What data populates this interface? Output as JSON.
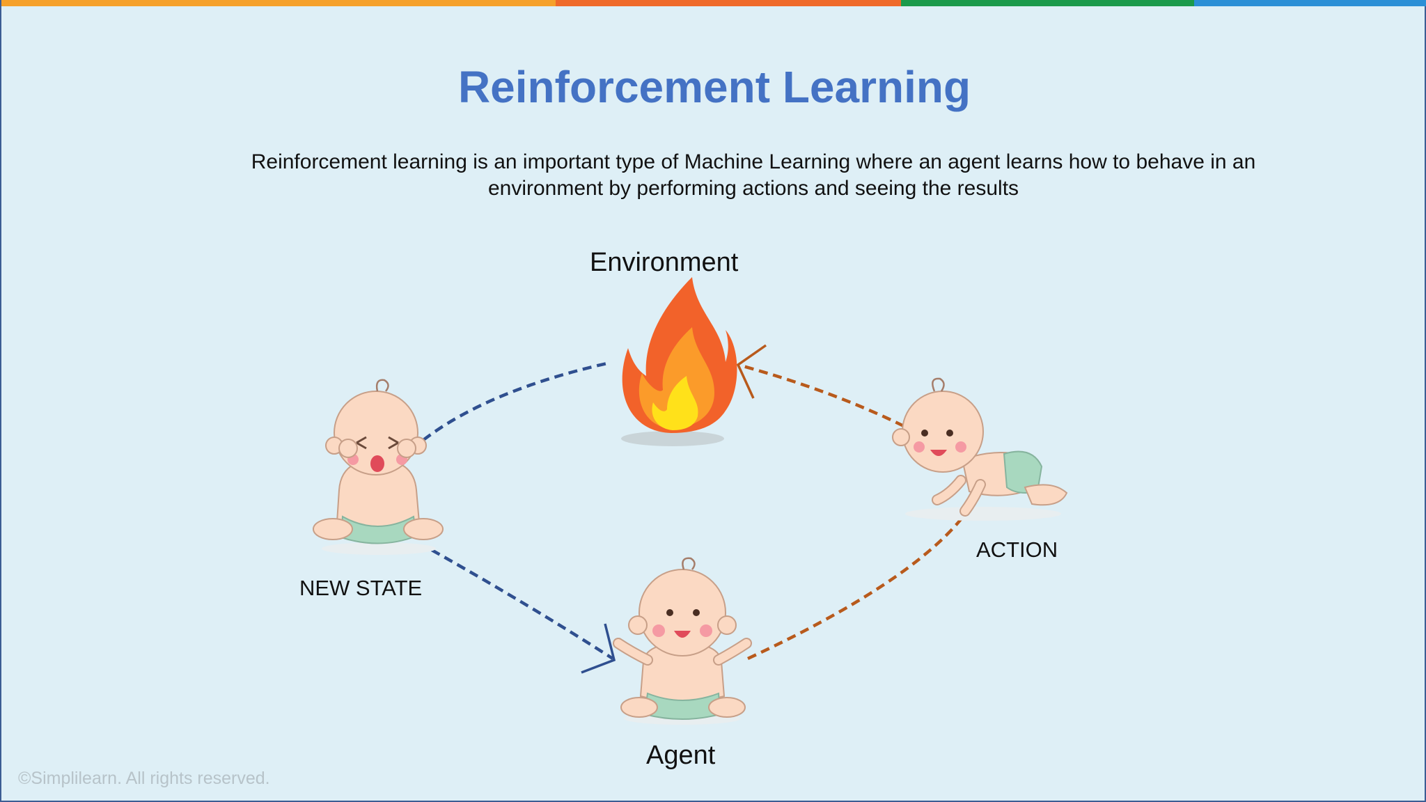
{
  "slide": {
    "title": "Reinforcement Learning",
    "description": "Reinforcement learning is an important type of Machine Learning where an agent learns how to behave in an environment by performing actions and seeing the results",
    "footer": "©Simplilearn. All rights reserved."
  },
  "diagram": {
    "nodes": {
      "environment": "Environment",
      "agent": "Agent",
      "action": "ACTION",
      "new_state": "NEW STATE"
    },
    "icons": {
      "environment": "fire-icon",
      "agent": "baby-arms-up-icon",
      "action": "baby-crawling-icon",
      "new_state": "baby-crying-icon"
    },
    "colors": {
      "title": "#4472c4",
      "blue_arrow": "#2f4f8f",
      "orange_arrow": "#b85a1c",
      "background": "#deeff6",
      "topbar": [
        "#f5a12b",
        "#ef6a2a",
        "#1b9a4b",
        "#2b8fd6"
      ]
    }
  }
}
